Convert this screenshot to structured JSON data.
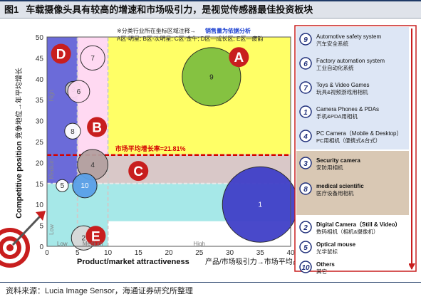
{
  "figure": {
    "number": "图1",
    "title": "车载摄像头具有较高的增速和市场吸引力，是视觉传感器最佳投资板块",
    "source": "资料来源：Lucia Image Sensor，海通证券研究所整理"
  },
  "chart_data": {
    "type": "scatter",
    "xlabel_en": "Product/market attractiveness",
    "xlabel_cn": "产品/市场吸引力→市场平均占比",
    "ylabel_en": "Competitive position",
    "ylabel_cn": "竞争地位→年平均增长",
    "xlim": [
      0,
      40
    ],
    "ylim": [
      0,
      50
    ],
    "xticks": [
      0,
      5,
      10,
      15,
      20,
      25,
      30,
      35,
      40
    ],
    "yticks": [
      0,
      5,
      10,
      15,
      20,
      25,
      30,
      35,
      40,
      45,
      50
    ],
    "x_bands": [
      {
        "label": "Low",
        "from": 0,
        "to": 5
      },
      {
        "label": "Medium",
        "from": 5,
        "to": 10
      },
      {
        "label": "High",
        "from": 10,
        "to": 40
      }
    ],
    "y_bands": [
      {
        "label": "Low",
        "from": 0,
        "to": 15
      },
      {
        "label": "Medium",
        "from": 15,
        "to": 22
      },
      {
        "label": "High",
        "from": 22,
        "to": 50
      }
    ],
    "note_prefix": "※分类行业所在坐标区域注释→",
    "note_highlight": "销售量为依据分析",
    "note_line2": "A区-明星; B区-次明星; C区-金牛; D区—成长区; E区—疲韵",
    "avg_growth_label": "市场平均增长率=21.81%",
    "avg_growth_value": 21.81,
    "regions": [
      {
        "label": "A",
        "color": "#ffff66"
      },
      {
        "label": "B",
        "color": "#ffd9f2"
      },
      {
        "label": "C",
        "color": "#d9c8c8"
      },
      {
        "label": "D",
        "color": "#6b6bd9"
      },
      {
        "label": "E",
        "color": "#a6e8e8"
      }
    ],
    "bubbles": [
      {
        "id": "1",
        "x": 35,
        "y": 10,
        "size": 6.2,
        "color": "#4040c8",
        "text_color": "#ffffff"
      },
      {
        "id": "2",
        "x": 6,
        "y": 2,
        "size": 2.0,
        "color": "#d9d9d9",
        "text_color": "#333333"
      },
      {
        "id": "3",
        "x": 4.3,
        "y": 37.5,
        "size": 1.3,
        "color": "#c8c8c8",
        "text_color": "#333333"
      },
      {
        "id": "4",
        "x": 7.5,
        "y": 19.5,
        "size": 2.5,
        "color": "#b4a0a0",
        "text_color": "#333333"
      },
      {
        "id": "5",
        "x": 2.5,
        "y": 14.5,
        "size": 1.0,
        "color": "#ffffff",
        "text_color": "#333333"
      },
      {
        "id": "6",
        "x": 5.2,
        "y": 37,
        "size": 1.8,
        "color": "#ffd9f2",
        "text_color": "#333333"
      },
      {
        "id": "7",
        "x": 7.5,
        "y": 45,
        "size": 2.0,
        "color": "#ffd9f2",
        "text_color": "#333333"
      },
      {
        "id": "8",
        "x": 4.2,
        "y": 27.5,
        "size": 1.3,
        "color": "#ffffff",
        "text_color": "#333333"
      },
      {
        "id": "9",
        "x": 27,
        "y": 40.5,
        "size": 4.8,
        "color": "#7fbf40",
        "text_color": "#222222"
      },
      {
        "id": "10",
        "x": 6.2,
        "y": 14.5,
        "size": 2.0,
        "color": "#5aa0e8",
        "text_color": "#ffffff"
      }
    ],
    "legend": [
      {
        "id": "9",
        "en": "Automotive safety system",
        "cn": "汽车安全系统",
        "group": "A"
      },
      {
        "id": "6",
        "en": "Factory automation system",
        "cn": "工业自动化系统",
        "group": "A"
      },
      {
        "id": "7",
        "en": "Toys & Video Games",
        "cn": "玩具&视频游戏用相机",
        "group": "A"
      },
      {
        "id": "1",
        "en": "Camera Phones & PDAs",
        "cn": "手机&PDA用相机",
        "group": "A"
      },
      {
        "id": "4",
        "en": "PC Camera（Mobile & Desktop）",
        "cn": "PC用相机（便携式&台式）",
        "group": "A"
      },
      {
        "id": "3",
        "en": "Security camera",
        "cn": "安防用相机",
        "group": "C"
      },
      {
        "id": "8",
        "en": "medical scientific",
        "cn": "医疗设备用相机",
        "group": "C"
      },
      {
        "id": "2",
        "en": "Digital Camera（Still & Video）",
        "cn": "数码相机（相机&摄像机）",
        "group": "E"
      },
      {
        "id": "5",
        "en": "Optical mouse",
        "cn": "光学鼠标",
        "group": "E"
      },
      {
        "id": "10",
        "en": "Others",
        "cn": "其它",
        "group": "E"
      }
    ]
  }
}
